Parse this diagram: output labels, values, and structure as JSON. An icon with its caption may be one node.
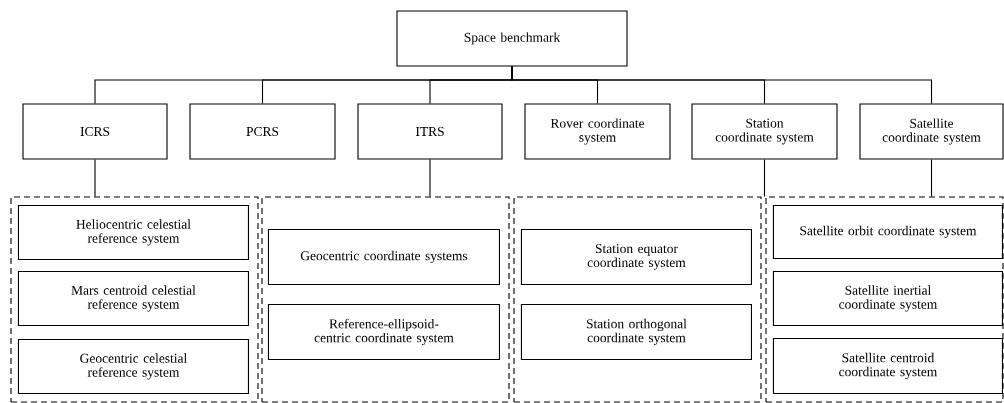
{
  "diagram": {
    "nodes": [
      {
        "text": [
          "Space benchmark"
        ]
      },
      {
        "text": [
          "ICRS"
        ]
      },
      {
        "text": [
          "PCRS"
        ]
      },
      {
        "text": [
          "ITRS"
        ]
      },
      {
        "text": [
          "Rover coordinate system"
        ]
      },
      {
        "text": [
          "Station coordinate system"
        ]
      },
      {
        "text": [
          "Satellite coordinate system"
        ]
      },
      {
        "text": [],
        "shape": "box"
      },
      {
        "text": [
          "Heliocentric celestial reference system"
        ],
        "in": 7
      },
      {
        "text": [
          "Mars centroid celestial reference system"
        ],
        "in": 7
      },
      {
        "text": [
          "Geocentric celestial reference system"
        ],
        "in": 7
      },
      {
        "text": [],
        "shape": "box"
      },
      {
        "text": [
          "Geocentric coordinate systems"
        ],
        "in": 11
      },
      {
        "text": [
          "Reference-ellipsoid-centric coordinate system"
        ],
        "in": 11
      },
      {
        "text": [],
        "shape": "box"
      },
      {
        "text": [
          "Station equator coordinate system"
        ],
        "in": 14
      },
      {
        "text": [
          "Station orthogonal coordinate system"
        ],
        "in": 14
      },
      {
        "text": [],
        "shape": "box"
      },
      {
        "text": [
          "Satellite orbit coordinate system"
        ],
        "in": 17
      },
      {
        "text": [
          "Satellite inertial coordinate system"
        ],
        "in": 17
      },
      {
        "text": [
          "Satellite centroid coordinate system"
        ],
        "in": 17
      }
    ],
    "edges": [
      {
        "from": 0,
        "to": 1,
        "arrow": "none"
      },
      {
        "from": 0,
        "to": 2,
        "arrow": "none"
      },
      {
        "from": 0,
        "to": 3,
        "arrow": "none"
      },
      {
        "from": 0,
        "to": 4,
        "arrow": "none"
      },
      {
        "from": 0,
        "to": 5,
        "arrow": "none"
      },
      {
        "from": 0,
        "to": 6,
        "arrow": "none"
      },
      {
        "from": 1,
        "to": 7,
        "arrow": "none"
      },
      {
        "from": 3,
        "to": 11,
        "arrow": "none"
      },
      {
        "from": 5,
        "to": 14,
        "arrow": "none"
      },
      {
        "from": 6,
        "to": 17,
        "arrow": "none"
      }
    ]
  }
}
